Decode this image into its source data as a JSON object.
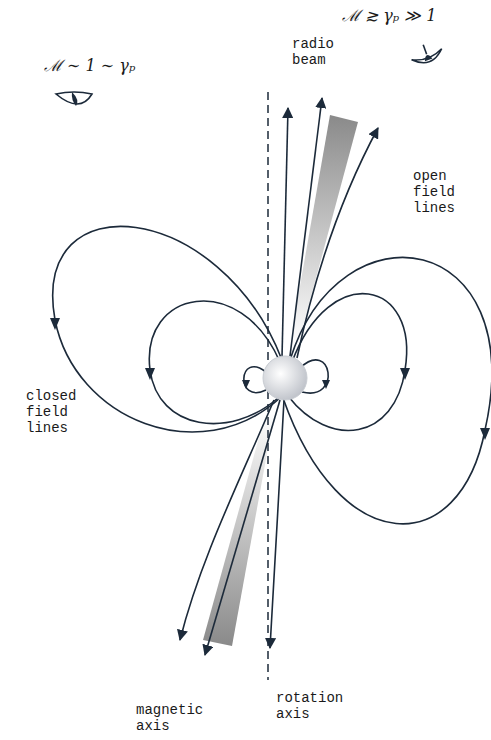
{
  "diagram": {
    "labels": [
      "ℳ ≳ γₚ ≫ 1",
      "radio beam",
      "open field lines",
      "ℳ ∼ 1 ∼ γₚ",
      "closed field lines",
      "rotation axis",
      "magnetic axis"
    ]
  }
}
